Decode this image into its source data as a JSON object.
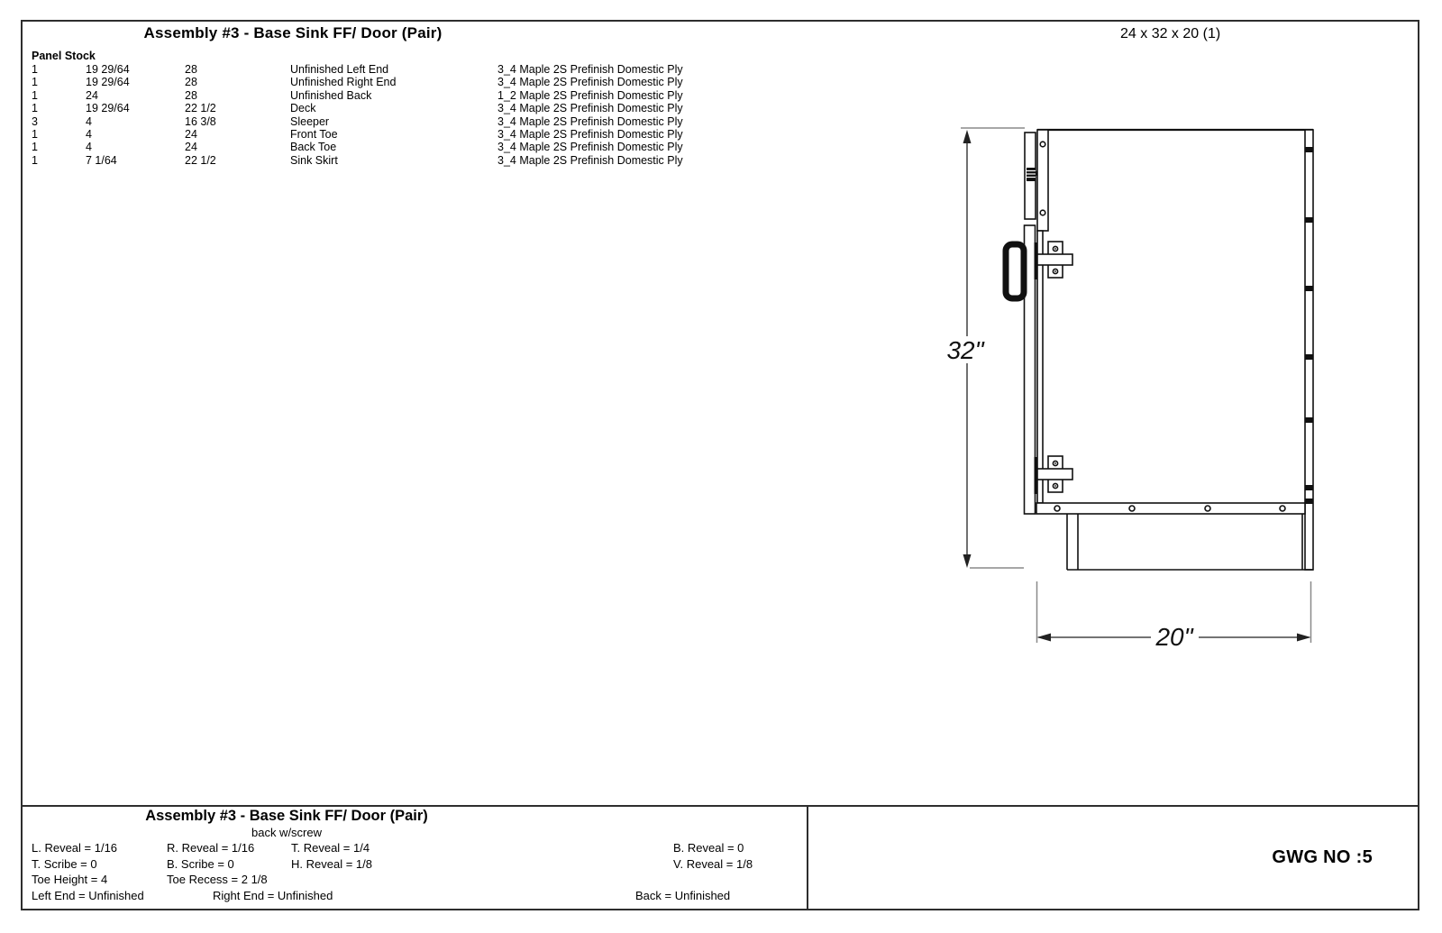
{
  "header": {
    "title": "Assembly #3 - Base Sink FF/ Door (Pair)",
    "size_label": "24 x 32 x 20 (1)"
  },
  "panel_stock": {
    "label": "Panel Stock",
    "columns": [
      "qty",
      "width",
      "length",
      "part_name",
      "material"
    ],
    "rows": [
      [
        "1",
        "19 29/64",
        "28",
        "Unfinished Left End",
        "3_4 Maple 2S Prefinish Domestic Ply"
      ],
      [
        "1",
        "19 29/64",
        "28",
        "Unfinished Right End",
        "3_4 Maple 2S Prefinish Domestic Ply"
      ],
      [
        "1",
        "24",
        "28",
        "Unfinished Back",
        "1_2 Maple 2S Prefinish Domestic Ply"
      ],
      [
        "1",
        "19 29/64",
        "22 1/2",
        "Deck",
        "3_4 Maple 2S Prefinish Domestic Ply"
      ],
      [
        "3",
        "4",
        "16 3/8",
        "Sleeper",
        "3_4 Maple 2S Prefinish Domestic Ply"
      ],
      [
        "1",
        "4",
        "24",
        "Front Toe",
        "3_4 Maple 2S Prefinish Domestic Ply"
      ],
      [
        "1",
        "4",
        "24",
        "Back Toe",
        "3_4 Maple 2S Prefinish Domestic Ply"
      ],
      [
        "1",
        "7 1/64",
        "22 1/2",
        "Sink Skirt",
        "3_4 Maple 2S Prefinish Domestic Ply"
      ]
    ]
  },
  "drawing": {
    "height_dim": "32\"",
    "width_dim": "20\""
  },
  "footer": {
    "title": "Assembly #3 - Base Sink FF/ Door (Pair)",
    "subtitle": "back w/screw",
    "specs": {
      "l_reveal": "L. Reveal = 1/16",
      "r_reveal": "R. Reveal = 1/16",
      "t_reveal": "T. Reveal = 1/4",
      "b_reveal": "B. Reveal = 0",
      "t_scribe": "T. Scribe = 0",
      "b_scribe": "B. Scribe = 0",
      "h_reveal": "H. Reveal = 1/8",
      "v_reveal": "V. Reveal = 1/8",
      "toe_height": "Toe Height = 4",
      "toe_recess": "Toe Recess = 2 1/8",
      "left_end": "Left End = Unfinished",
      "right_end": "Right End = Unfinished",
      "back": "Back = Unfinished"
    },
    "gwg_no": "GWG NO :5"
  }
}
